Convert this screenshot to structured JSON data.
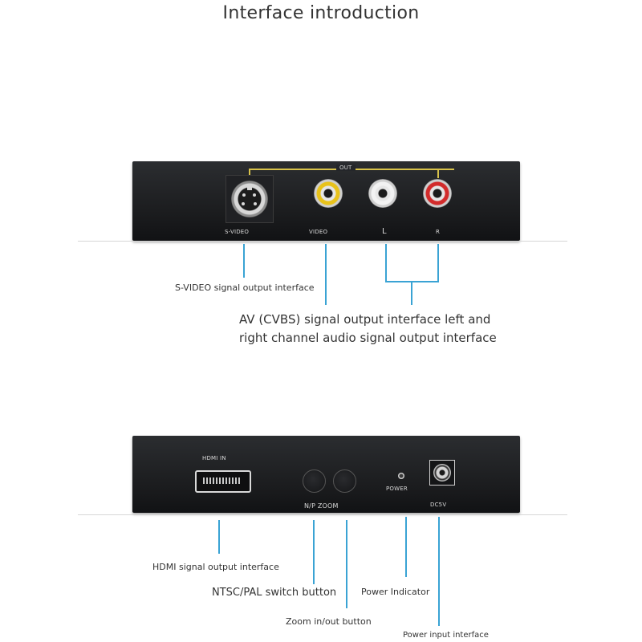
{
  "title": "Interface introduction",
  "top_panel": {
    "out_label": "OUT",
    "svideo_label": "S-VIDEO",
    "video_label": "VIDEO",
    "left_label": "L",
    "right_label": "R",
    "jack_colors": {
      "video": "#e8c21a",
      "left": "#e8e8e8",
      "right": "#d22b2b"
    }
  },
  "top_callouts": {
    "svideo": "S-VIDEO signal output interface",
    "av_line1": "AV (CVBS) signal output interface left and",
    "av_line2": "right channel audio signal output interface"
  },
  "bottom_panel": {
    "hdmi_label": "HDMI IN",
    "np_zoom_label": "N/P ZOOM",
    "power_label": "POWER",
    "dc_label": "DC5V"
  },
  "bottom_callouts": {
    "hdmi": "HDMI signal output interface",
    "ntsc_pal": "NTSC/PAL switch button",
    "power_indicator": "Power Indicator",
    "zoom": "Zoom in/out button",
    "power_input": "Power input interface"
  },
  "colors": {
    "callout_line": "#3aa3d4",
    "out_bracket": "#d8c24a",
    "device_body": "#1f2023"
  }
}
